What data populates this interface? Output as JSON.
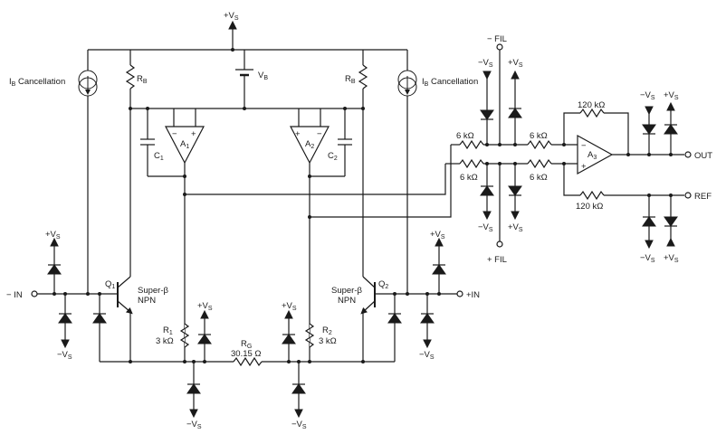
{
  "diagram": {
    "supply": {
      "pos": "+V",
      "neg": "−V",
      "sub": "S"
    },
    "labels": {
      "ib_cancel_main": "I",
      "ib_cancel_sub": "B",
      "ib_cancel_rest": " Cancellation",
      "rb_main": "R",
      "rb_sub": "B",
      "vb_main": "V",
      "vb_sub": "B",
      "a1_main": "A",
      "a1_sub": "1",
      "a2_main": "A",
      "a2_sub": "2",
      "a3_main": "A",
      "a3_sub": "3",
      "c1_main": "C",
      "c1_sub": "1",
      "c2_main": "C",
      "c2_sub": "2",
      "q1_main": "Q",
      "q1_sub": "1",
      "q2_main": "Q",
      "q2_sub": "2",
      "super_beta": "Super-β",
      "npn": "NPN",
      "r1_main": "R",
      "r1_sub": "1",
      "r2_main": "R",
      "r2_sub": "2",
      "r1_value": "3 kΩ",
      "r2_value": "3 kΩ",
      "rg_main": "R",
      "rg_sub": "G",
      "rg_value": "30.15 Ω",
      "r_6k": "6 kΩ",
      "r_120k": "120 kΩ",
      "in_neg": "− IN",
      "in_pos": "+IN",
      "out": "OUT",
      "ref": "REF",
      "fil_neg": "− FIL",
      "fil_pos": "+ FIL",
      "plus": "+",
      "minus": "−"
    }
  }
}
